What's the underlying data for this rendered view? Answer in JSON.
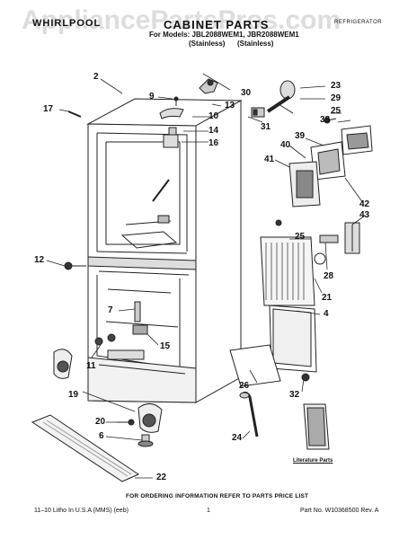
{
  "header": {
    "brand": "WHIRLPOOL",
    "title": "CABINET PARTS",
    "models_line": "For Models: JBL2088WEM1, JBR2088WEM1",
    "variant_1": "(Stainless)",
    "variant_2": "(Stainless)",
    "ref_label": "REFRIGERATOR"
  },
  "watermark": "AppliancePartsPros.com",
  "callouts": [
    "2",
    "9",
    "30",
    "23",
    "29",
    "17",
    "13",
    "10",
    "31",
    "14",
    "25",
    "38",
    "16",
    "39",
    "40",
    "41",
    "42",
    "43",
    "25",
    "12",
    "28",
    "21",
    "4",
    "7",
    "15",
    "11",
    "19",
    "26",
    "32",
    "20",
    "24",
    "6",
    "22"
  ],
  "literature_label": "Literature Parts",
  "footer": {
    "ordering_note": "FOR ORDERING INFORMATION REFER TO PARTS PRICE LIST",
    "print_info": "11–10 Litho In U.S.A (MMS) (eeb)",
    "page_number": "1",
    "part_number": "Part No. W10368500 Rev. A"
  }
}
